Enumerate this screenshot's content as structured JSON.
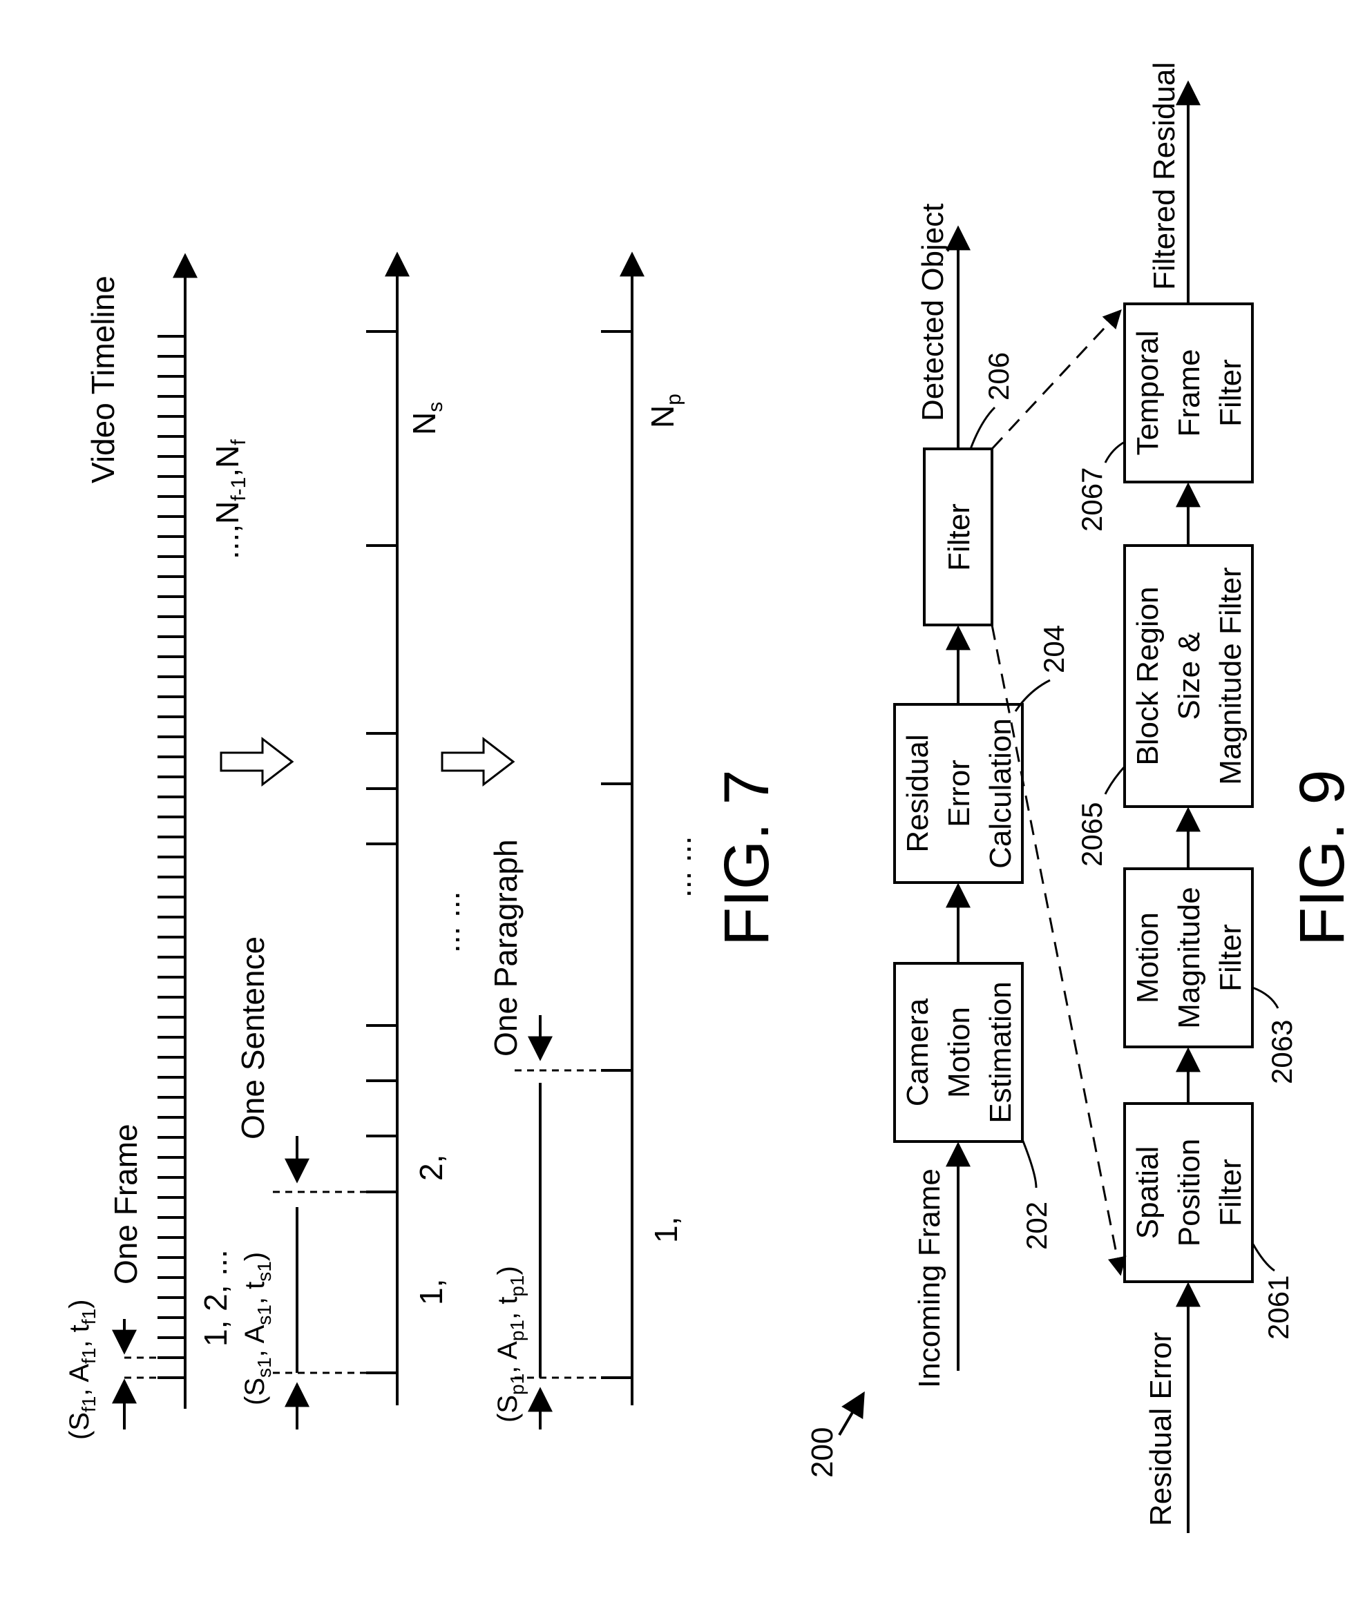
{
  "fig7": {
    "caption": "FIG. 7",
    "video_timeline": "Video Timeline",
    "one_frame": "One Frame",
    "frame_params": "(S",
    "frame_seq_start": "1, 2, ...",
    "frame_seq_end": "...,N",
    "one_sentence": "One Sentence",
    "sentence_start": "1,",
    "sentence_second": "2,",
    "sentence_dots": "... ...",
    "sentence_end": "N",
    "one_paragraph": "One Paragraph",
    "paragraph_start": "1,",
    "paragraph_dots": "... ...",
    "paragraph_end": "N"
  },
  "fig9": {
    "caption": "FIG. 9",
    "ref_main": "200",
    "incoming_frame": "Incoming Frame",
    "detected_object": "Detected Object",
    "residual_error": "Residual Error",
    "filtered_residual": "Filtered Residual",
    "blocks": {
      "camera": [
        "Camera",
        "Motion",
        "Estimation"
      ],
      "residual": [
        "Residual",
        "Error",
        "Calculation"
      ],
      "filter": [
        "Filter"
      ],
      "spatial": [
        "Spatial",
        "Position",
        "Filter"
      ],
      "motion": [
        "Motion",
        "Magnitude",
        "Filter"
      ],
      "block_region": [
        "Block Region",
        "Size &",
        "Magnitude Filter"
      ],
      "temporal": [
        "Temporal",
        "Frame",
        "Filter"
      ]
    },
    "refs": {
      "camera": "202",
      "residual": "204",
      "filter": "206",
      "spatial": "2061",
      "motion": "2063",
      "block_region": "2065",
      "temporal": "2067"
    }
  }
}
